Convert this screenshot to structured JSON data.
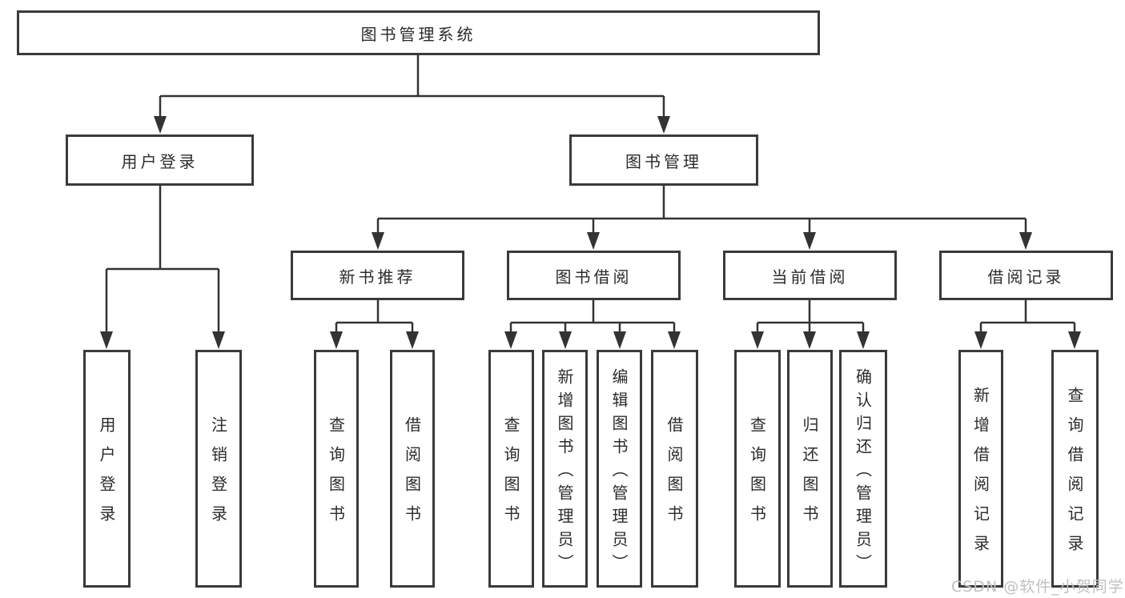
{
  "diagram_title": "图书管理系统",
  "nodes": {
    "root": "图书管理系统",
    "user_login": "用户登录",
    "book_mgmt": "图书管理",
    "new_book_rec": "新书推荐",
    "book_borrow": "图书借阅",
    "current_borrow": "当前借阅",
    "borrow_record": "借阅记录",
    "leaf_user_login": "用户登录",
    "leaf_logout": "注销登录",
    "leaf_query_book_rec": "查询图书",
    "leaf_borrow_book_rec": "借阅图书",
    "leaf_query_book_borrow": "查询图书",
    "leaf_add_book": "新增图书（管理员）",
    "leaf_edit_book": "编辑图书（管理员）",
    "leaf_borrow_book": "借阅图书",
    "leaf_query_book_current": "查询图书",
    "leaf_return_book": "归还图书",
    "leaf_confirm_return": "确认归还（管理员）",
    "leaf_add_borrow_record": "新增借阅记录",
    "leaf_query_borrow_record": "查询借阅记录"
  },
  "hierarchy": {
    "图书管理系统": {
      "用户登录": [
        "用户登录",
        "注销登录"
      ],
      "图书管理": {
        "新书推荐": [
          "查询图书",
          "借阅图书"
        ],
        "图书借阅": [
          "查询图书",
          "新增图书（管理员）",
          "编辑图书（管理员）",
          "借阅图书"
        ],
        "当前借阅": [
          "查询图书",
          "归还图书",
          "确认归还（管理员）"
        ],
        "借阅记录": [
          "新增借阅记录",
          "查询借阅记录"
        ]
      }
    }
  },
  "watermark": "CSDN @软件_小贺同学",
  "colors": {
    "line": "#333333",
    "box_border": "#3a3a3a",
    "text": "#2b2b2b",
    "watermark": "#bfbfbf",
    "background": "#ffffff"
  }
}
